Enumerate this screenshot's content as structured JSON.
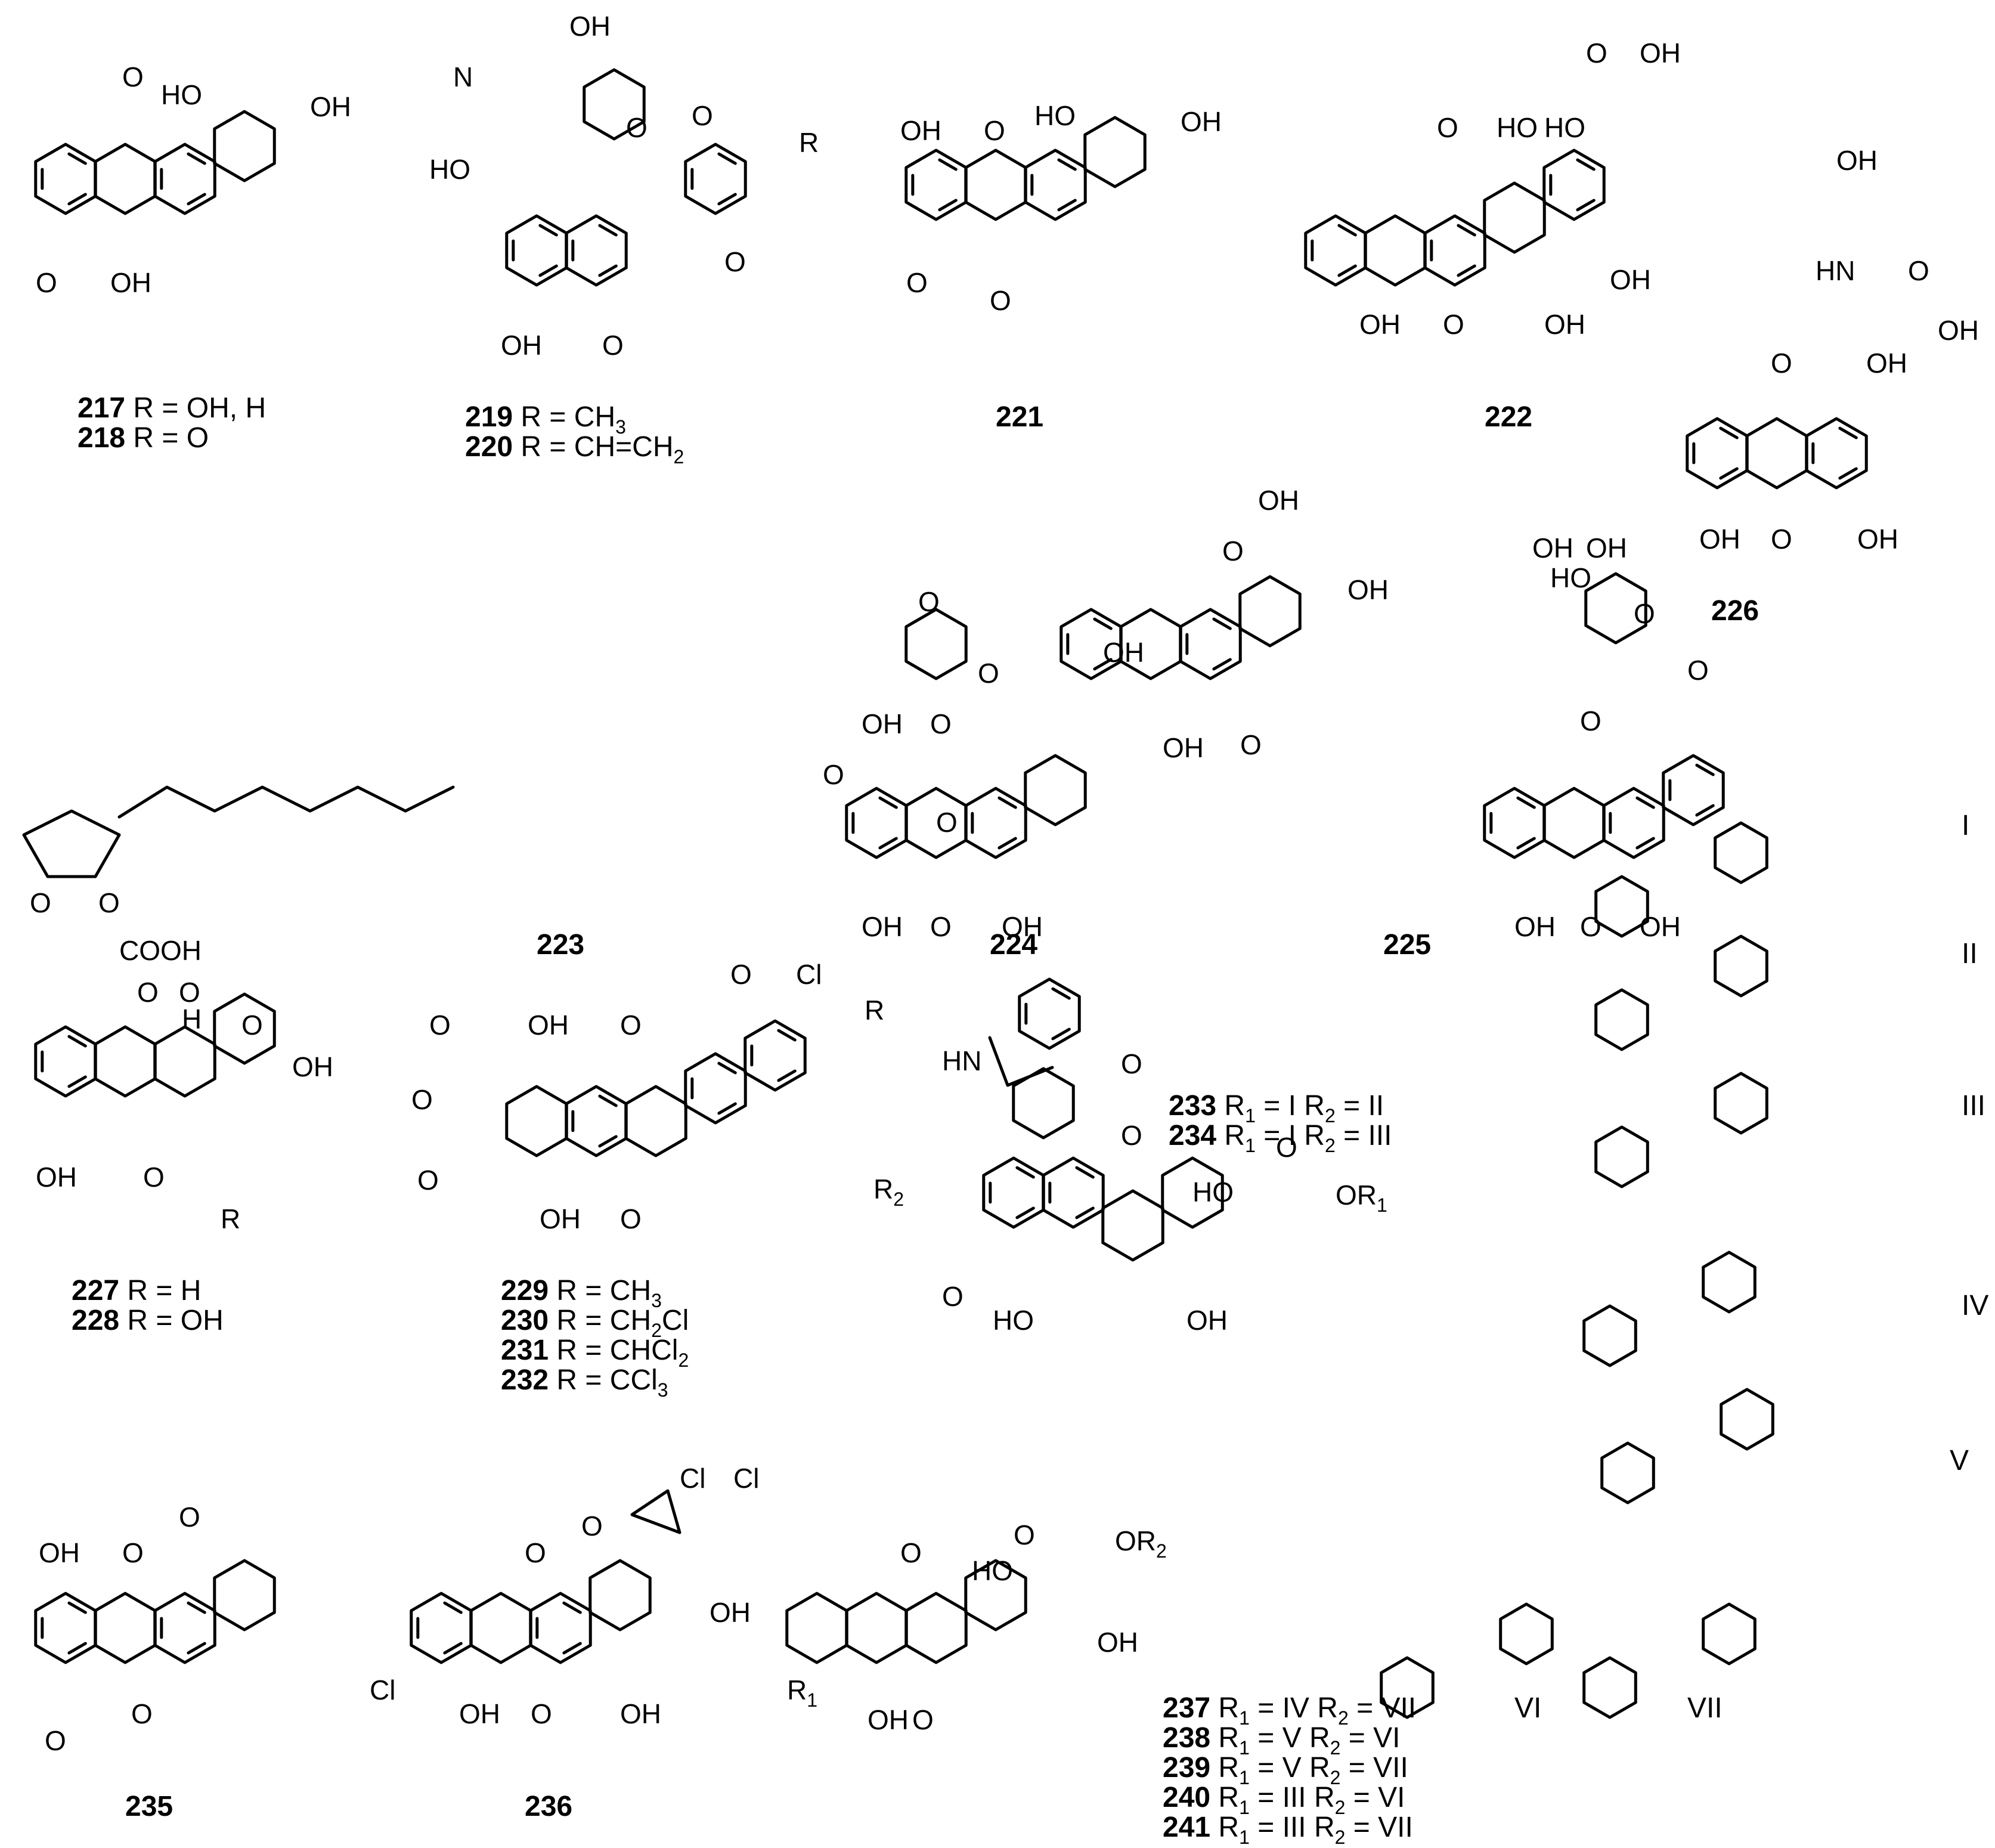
{
  "atom_labels": {
    "OH": "OH",
    "HO": "HO",
    "O": "O",
    "N": "N",
    "H": "H",
    "HN": "HN",
    "Cl": "Cl",
    "R": "R",
    "COOH": "COOH",
    "R1": "R",
    "R2": "R",
    "sub1": "1",
    "sub2": "2",
    "OR": "OR"
  },
  "captions": [
    {
      "id": "217",
      "num": "217",
      "text": " R = OH, H"
    },
    {
      "id": "218",
      "num": "218",
      "text": " R = O"
    },
    {
      "id": "219",
      "num": "219",
      "text": "  R = CH",
      "sub": "3"
    },
    {
      "id": "220",
      "num": "220",
      "text": "  R = CH=CH",
      "sub": "2"
    },
    {
      "id": "221",
      "num": "221",
      "text": ""
    },
    {
      "id": "222",
      "num": "222",
      "text": ""
    },
    {
      "id": "226",
      "num": "226",
      "text": ""
    },
    {
      "id": "223",
      "num": "223",
      "text": ""
    },
    {
      "id": "224",
      "num": "224",
      "text": ""
    },
    {
      "id": "225",
      "num": "225",
      "text": ""
    },
    {
      "id": "227",
      "num": "227",
      "text": "  R = H"
    },
    {
      "id": "228",
      "num": "228",
      "text": "  R = OH"
    },
    {
      "id": "229",
      "num": "229",
      "text": "  R = CH",
      "sub": "3"
    },
    {
      "id": "230",
      "num": "230",
      "text": "  R = CH",
      "sub": "2",
      "tail": "Cl"
    },
    {
      "id": "231",
      "num": "231",
      "text": "  R = CHCl",
      "sub": "2"
    },
    {
      "id": "232",
      "num": "232",
      "text": "  R = CCl",
      "sub": "3"
    },
    {
      "id": "233",
      "num": "233",
      "text": " R",
      "s1": "1",
      "mid": " = I  R",
      "s2": "2",
      "end": " = II"
    },
    {
      "id": "234",
      "num": "234",
      "text": " R",
      "s1": "1",
      "mid": " = I  R",
      "s2": "2",
      "end": " = III"
    },
    {
      "id": "235",
      "num": "235",
      "text": ""
    },
    {
      "id": "236",
      "num": "236",
      "text": ""
    },
    {
      "id": "237",
      "num": "237",
      "text": "  R",
      "s1": "1",
      "mid": " = IV   R",
      "s2": "2",
      "end": " = VII"
    },
    {
      "id": "238",
      "num": "238",
      "text": "  R",
      "s1": "1",
      "mid": " = V   R",
      "s2": "2",
      "end": " = VI"
    },
    {
      "id": "239",
      "num": "239",
      "text": "  R",
      "s1": "1",
      "mid": " = V   R",
      "s2": "2",
      "end": " = VII"
    },
    {
      "id": "240",
      "num": "240",
      "text": "  R",
      "s1": "1",
      "mid": " = III   R",
      "s2": "2",
      "end": " = VI"
    },
    {
      "id": "241",
      "num": "241",
      "text": "  R",
      "s1": "1",
      "mid": " = III   R",
      "s2": "2",
      "end": " = VII"
    }
  ],
  "sugar_labels": [
    "I",
    "II",
    "III",
    "IV",
    "V",
    "VI",
    "VII"
  ]
}
